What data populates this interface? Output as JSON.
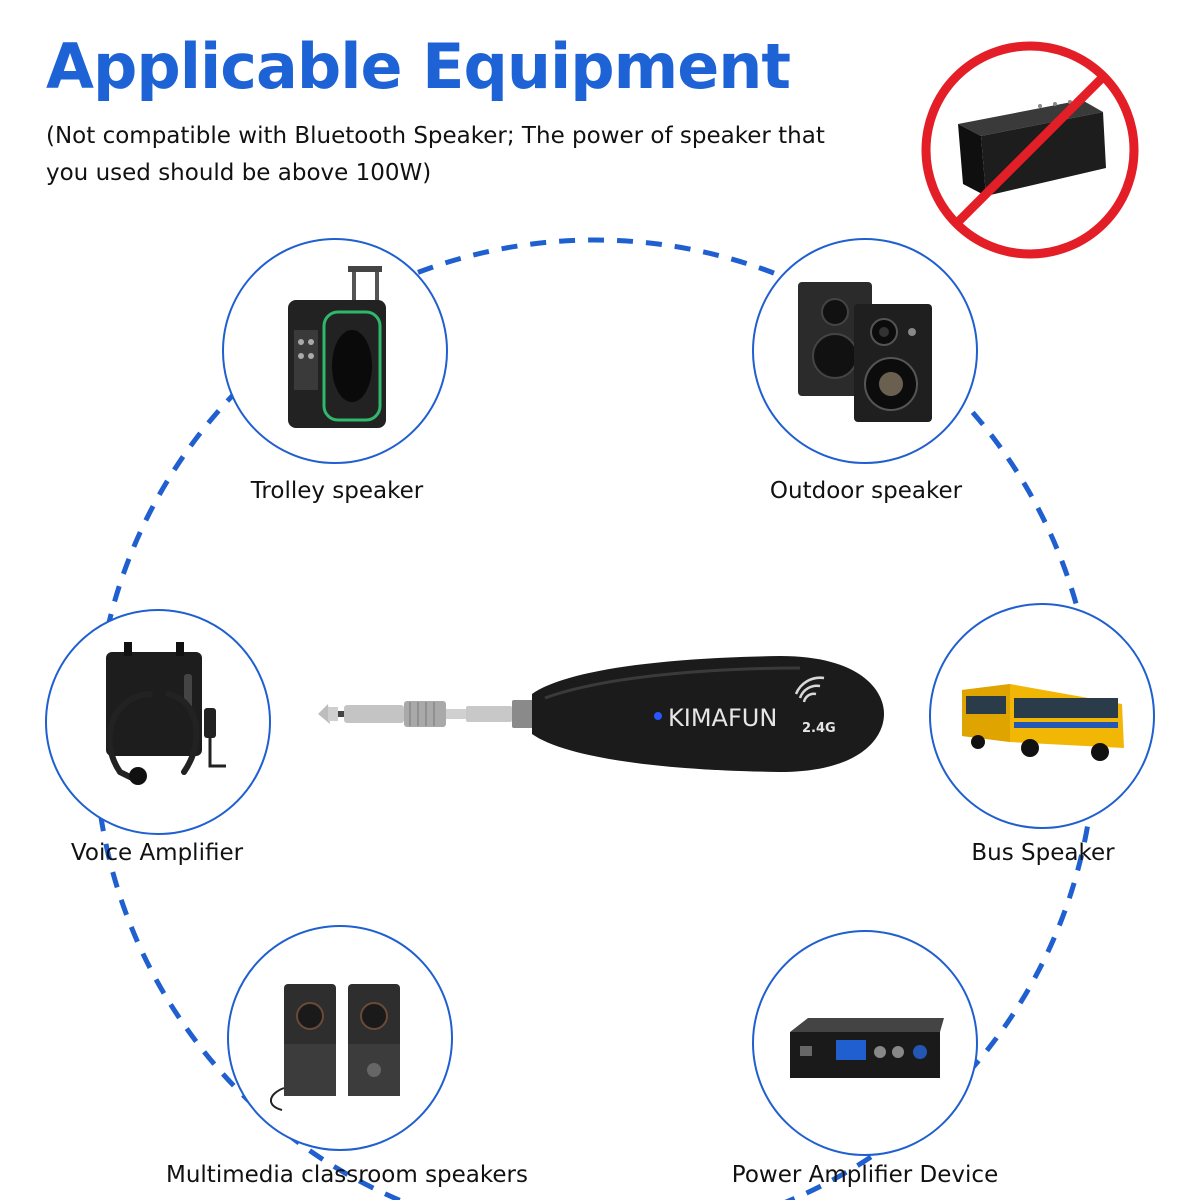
{
  "title": "Applicable Equipment",
  "subtitle": "(Not compatible with Bluetooth Speaker; The power of speaker that you used should be above 100W)",
  "colors": {
    "accent_blue": "#1e63d6",
    "ring_blue": "#1f5fd0",
    "prohibited_red": "#e41e26",
    "device_black": "#1b1b1b"
  },
  "device": {
    "brand": "KIMAFUN",
    "band": "2.4G",
    "icon": "wifi-signal-icon"
  },
  "not_compatible": {
    "icon": "prohibited-icon",
    "item": "bluetooth-speaker"
  },
  "equipment": [
    {
      "label": "Trolley speaker",
      "icon": "trolley-speaker-icon"
    },
    {
      "label": "Outdoor speaker",
      "icon": "outdoor-speaker-icon"
    },
    {
      "label": "Voice Amplifier",
      "icon": "voice-amplifier-icon"
    },
    {
      "label": "Bus Speaker",
      "icon": "bus-icon"
    },
    {
      "label": "Multimedia classroom speakers",
      "icon": "multimedia-speakers-icon"
    },
    {
      "label": "Power Amplifier Device",
      "icon": "power-amplifier-icon"
    }
  ]
}
